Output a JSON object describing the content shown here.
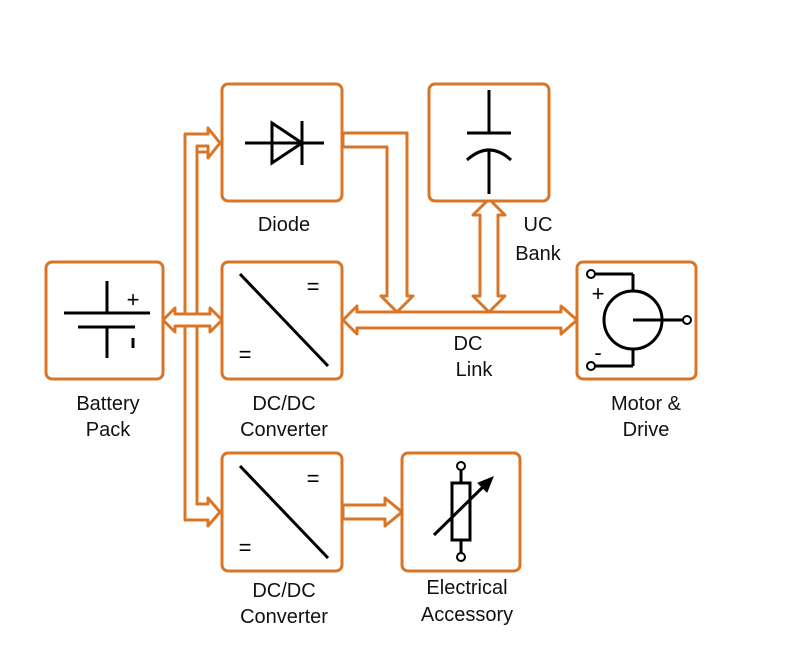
{
  "labels": {
    "diode": "Diode",
    "uc_bank_1": "UC",
    "uc_bank_2": "Bank",
    "battery_1": "Battery",
    "battery_2": "Pack",
    "dcdc_top_1": "DC/DC",
    "dcdc_top_2": "Converter",
    "dc_link_1": "DC",
    "dc_link_2": "Link",
    "motor_1": "Motor &",
    "motor_2": "Drive",
    "dcdc_bottom_1": "DC/DC",
    "dcdc_bottom_2": "Converter",
    "accessory_1": "Electrical",
    "accessory_2": "Accessory"
  },
  "symbols": {
    "plus": "+",
    "minus": "-",
    "equals": "="
  },
  "colors": {
    "accent": "#d97527",
    "symbol": "#000000",
    "background": "#ffffff"
  }
}
